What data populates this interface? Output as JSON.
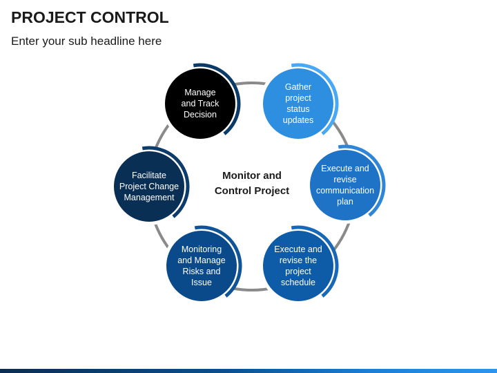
{
  "header": {
    "title": "PROJECT CONTROL",
    "subtitle": "Enter your sub headline here"
  },
  "diagram": {
    "center_label": "Monitor and\nControl Project",
    "nodes": [
      {
        "label": "Manage\nand Track\nDecision",
        "fill": "#000000",
        "ring": "#0b3a66"
      },
      {
        "label": "Gather\nproject\nstatus\nupdates",
        "fill": "#2e8fe0",
        "ring": "#48a8f5"
      },
      {
        "label": "Execute and\nrevise\ncommunication\nplan",
        "fill": "#1f73c6",
        "ring": "#2f86d8"
      },
      {
        "label": "Execute and\nrevise the\nproject\nschedule",
        "fill": "#0e5ba8",
        "ring": "#1868b8"
      },
      {
        "label": "Monitoring\nand Manage\nRisks and Issue",
        "fill": "#0b4a8a",
        "ring": "#0f5496"
      },
      {
        "label": "Facilitate\nProject Change\nManagement",
        "fill": "#0a2f55",
        "ring": "#0d3c6b"
      }
    ],
    "connector_color": "#8a8a8a"
  }
}
